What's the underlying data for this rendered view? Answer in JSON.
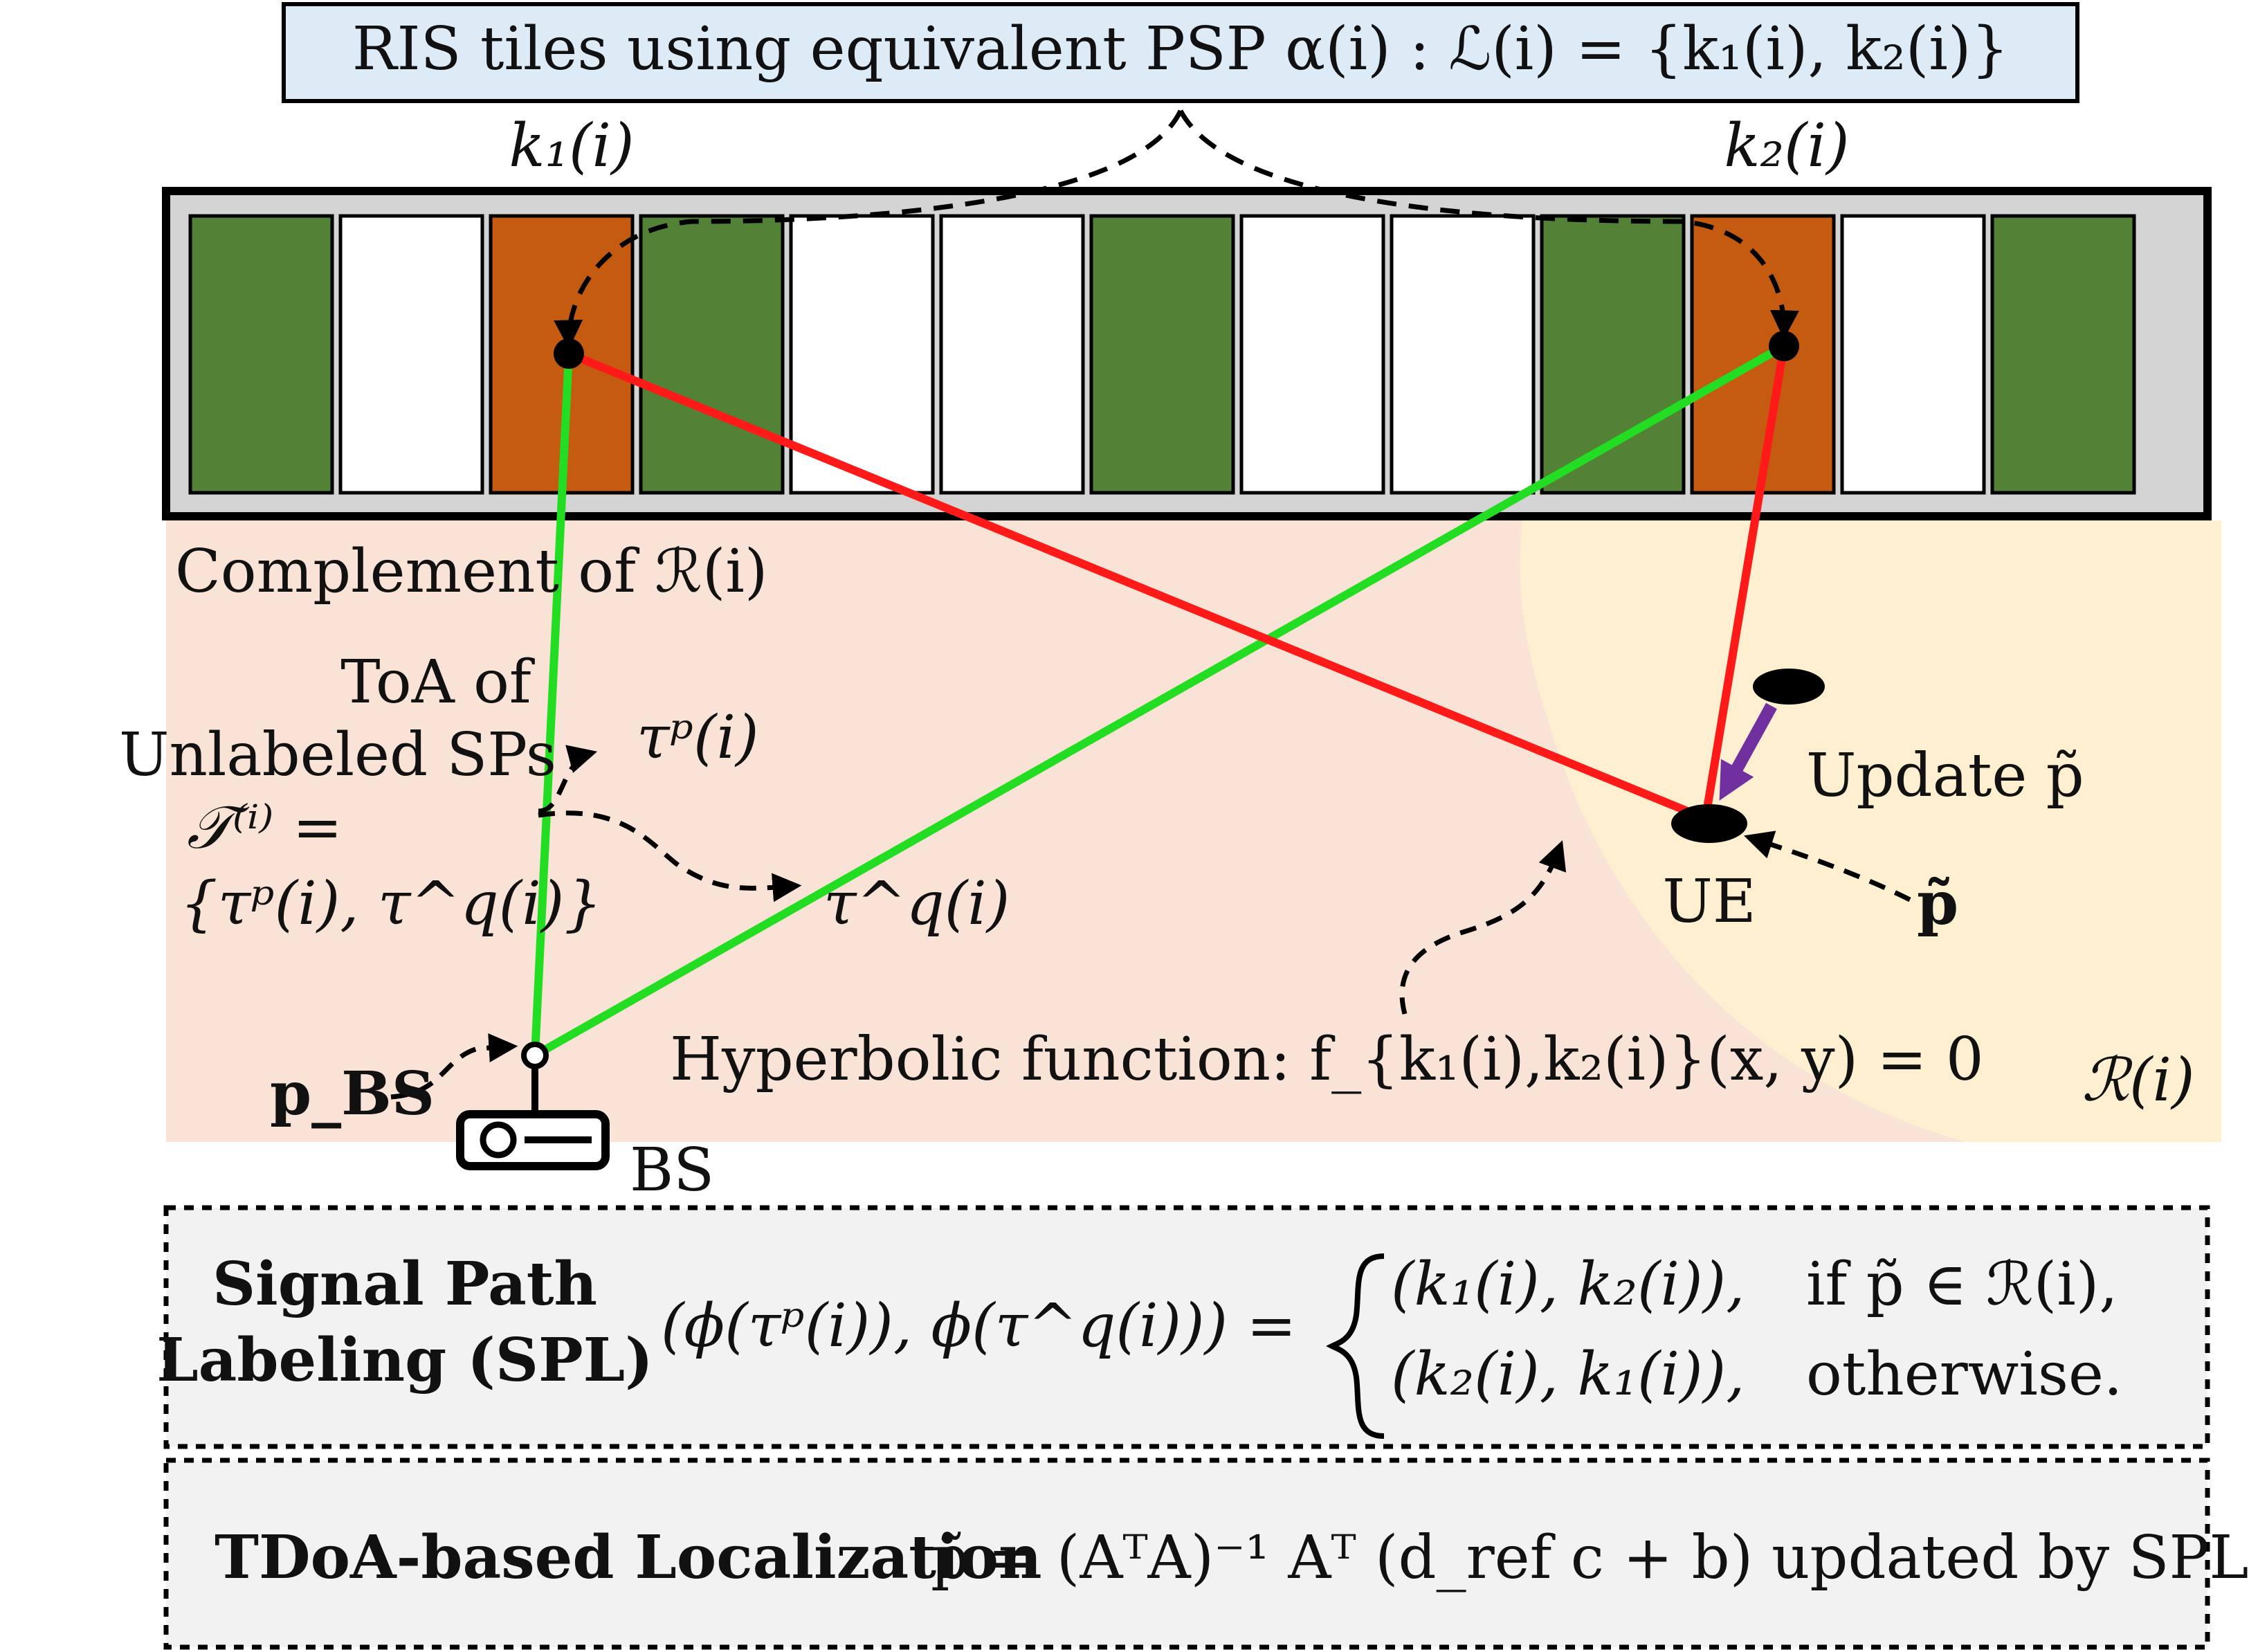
{
  "title": "RIS tiles using equivalent PSP α(i) : ℒ(i) = {k₁(i), k₂(i)}",
  "ris": {
    "label_k1": "k₁(i)",
    "label_k2": "k₂(i)",
    "tiles": [
      "green",
      "white",
      "orange",
      "green",
      "white",
      "white",
      "green",
      "white",
      "white",
      "green",
      "orange",
      "white",
      "green"
    ]
  },
  "regions": {
    "complement_label": "Complement of ℛ(i)",
    "region_label": "ℛ(i)"
  },
  "annotations": {
    "toa_line1": "ToA of",
    "toa_line2": "Unlabeled SPs",
    "toa_set_line1": "𝒯⁽ⁱ⁾ =",
    "toa_set_line2": "{τᵖ(i), τ^q(i)}",
    "tau_p": "τᵖ(i)",
    "tau_q": "τ^q(i)",
    "hyperbolic": "Hyperbolic function: f_{k₁(i),k₂(i)}(x, y) = 0",
    "update_p": "Update p̃",
    "p_tilde": "p̃",
    "ue": "UE",
    "p_bs": "p_BS",
    "bs": "BS"
  },
  "spl_box": {
    "title_line1": "Signal Path",
    "title_line2": "Labeling (SPL)",
    "lhs": "(ϕ(τᵖ(i)), ϕ(τ^q(i))) =",
    "case1": "(k₁(i), k₂(i)),",
    "cond1": "if p̃ ∈ ℛ(i),",
    "case2": "(k₂(i), k₁(i)),",
    "cond2": "otherwise."
  },
  "tdoa_box": {
    "title": "TDoA-based Localization",
    "formula": "p̃ = (AᵀA)⁻¹ Aᵀ (d_ref c + b)",
    "suffix": "updated by SPL"
  },
  "colors": {
    "green_tile": "#538135",
    "orange_tile": "#C55A11",
    "green_path": "#22DD22",
    "red_path": "#FF1A1A",
    "complement_fill": "#F9E3D6",
    "region_fill": "#FDEFD0",
    "title_fill": "#DDEBF7",
    "update_arrow": "#7030A0"
  }
}
